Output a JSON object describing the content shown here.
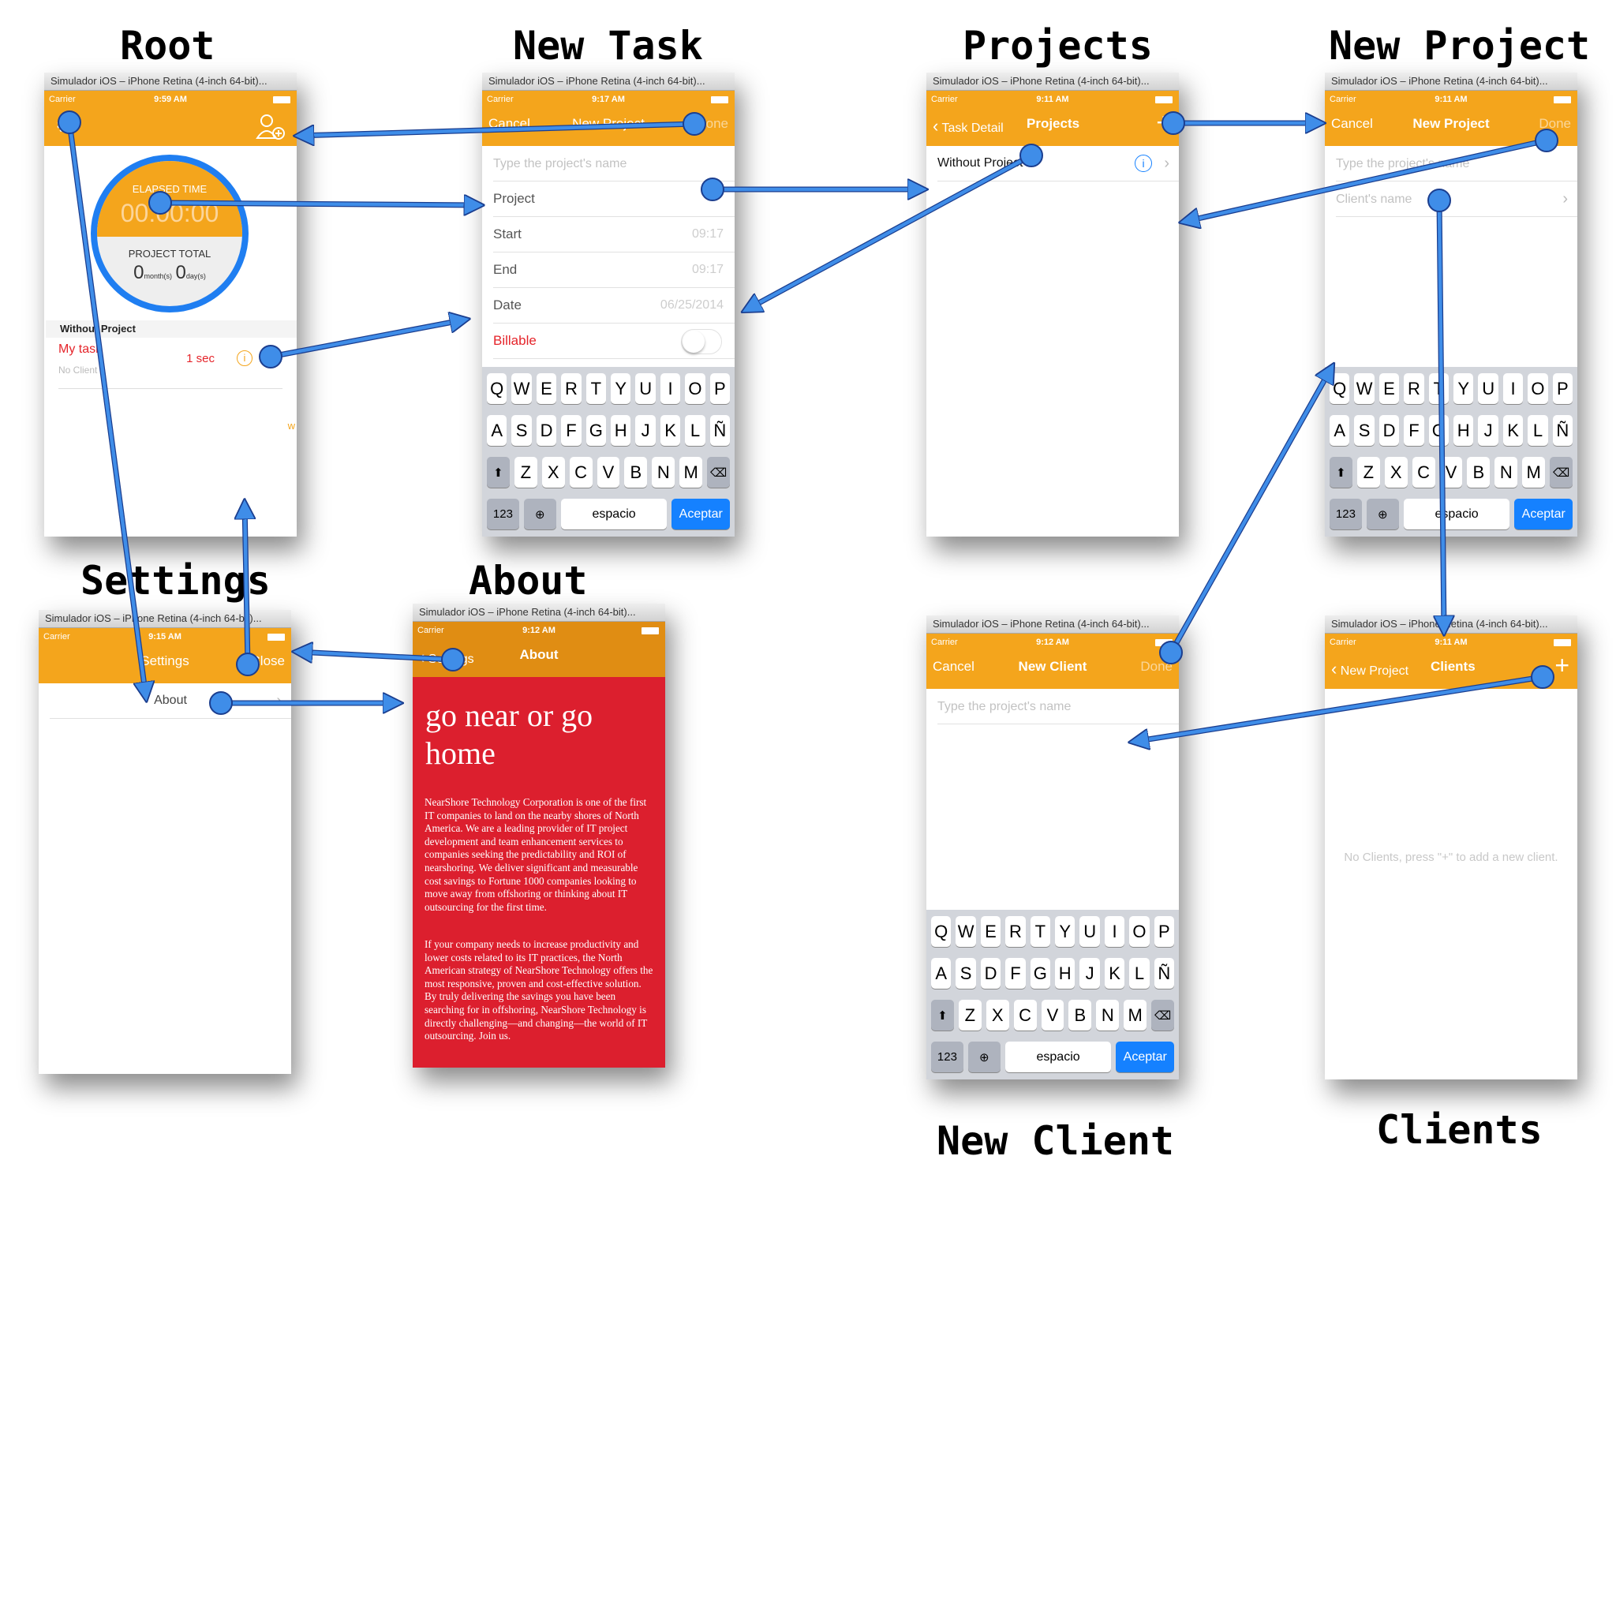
{
  "titles": {
    "root": "Root",
    "new_task": "New Task",
    "projects": "Projects",
    "new_project": "New Project",
    "settings": "Settings",
    "about": "About",
    "new_client": "New Client",
    "clients": "Clients"
  },
  "simulator_title": "Simulador iOS – iPhone Retina (4-inch 64-bit)...",
  "carrier": "Carrier",
  "colors": {
    "accent": "#f4a51c",
    "arrow": "#3f8de8",
    "about_bg": "#dc1f2e",
    "destructive": "#e5242a"
  },
  "root": {
    "time": "9:59 AM",
    "left_icon": "gear-icon",
    "right_icon": "add-user-icon",
    "elapsed_label": "ELAPSED TIME",
    "elapsed_value": "00:00:00",
    "project_total_label": "PROJECT TOTAL",
    "total_months": "0",
    "months_unit": "month(s)",
    "total_days": "0",
    "days_unit": "day(s)",
    "section_header": "Without Project",
    "task_name": "My task",
    "task_client": "No Client",
    "task_time": "1 sec",
    "edge_text": "w"
  },
  "new_task": {
    "time": "9:17 AM",
    "cancel": "Cancel",
    "title": "New Project",
    "done": "Done",
    "name_placeholder": "Type the project's name",
    "rows": [
      {
        "label": "Project",
        "value": ""
      },
      {
        "label": "Start",
        "value": "09:17"
      },
      {
        "label": "End",
        "value": "09:17"
      },
      {
        "label": "Date",
        "value": "06/25/2014"
      }
    ],
    "billable": "Billable"
  },
  "keyboard": {
    "row1": [
      "Q",
      "W",
      "E",
      "R",
      "T",
      "Y",
      "U",
      "I",
      "O",
      "P"
    ],
    "row2": [
      "A",
      "S",
      "D",
      "F",
      "G",
      "H",
      "J",
      "K",
      "L",
      "Ñ"
    ],
    "row3": [
      "Z",
      "X",
      "C",
      "V",
      "B",
      "N",
      "M"
    ],
    "numbers": "123",
    "space": "espacio",
    "return": "Aceptar"
  },
  "projects": {
    "time": "9:11 AM",
    "back": "Task Detail",
    "title": "Projects",
    "row": "Without Project"
  },
  "new_project": {
    "time": "9:11 AM",
    "cancel": "Cancel",
    "title": "New Project",
    "done": "Done",
    "name_placeholder": "Type the project's name",
    "client_placeholder": "Client's name"
  },
  "settings": {
    "time": "9:15 AM",
    "title": "Settings",
    "close": "Close",
    "row": "About"
  },
  "about": {
    "time": "9:12 AM",
    "back": "Settings",
    "title": "About",
    "headline": "go near or go home",
    "p1": "NearShore Technology Corporation is one of the first IT companies to land on the nearby shores of North America. We are a leading provider of IT project development and team enhancement services to companies seeking the predictability and ROI of nearshoring. We deliver significant and measurable cost savings to Fortune 1000 companies looking to move away from offshoring or thinking about IT outsourcing for the first time.",
    "p2": "If your company needs to increase productivity and lower costs related to its IT practices, the North American strategy of NearShore Technology offers the most responsive, proven and cost-effective solution. By truly delivering the savings you have been searching for in offshoring, NearShore Technology is directly challenging—and changing—the world of IT outsourcing. Join us."
  },
  "new_client": {
    "time": "9:12 AM",
    "cancel": "Cancel",
    "title": "New Client",
    "done": "Done",
    "name_placeholder": "Type the project's name"
  },
  "clients": {
    "time": "9:11 AM",
    "back": "New Project",
    "title": "Clients",
    "empty": "No Clients, press \"+\" to add a new client."
  }
}
